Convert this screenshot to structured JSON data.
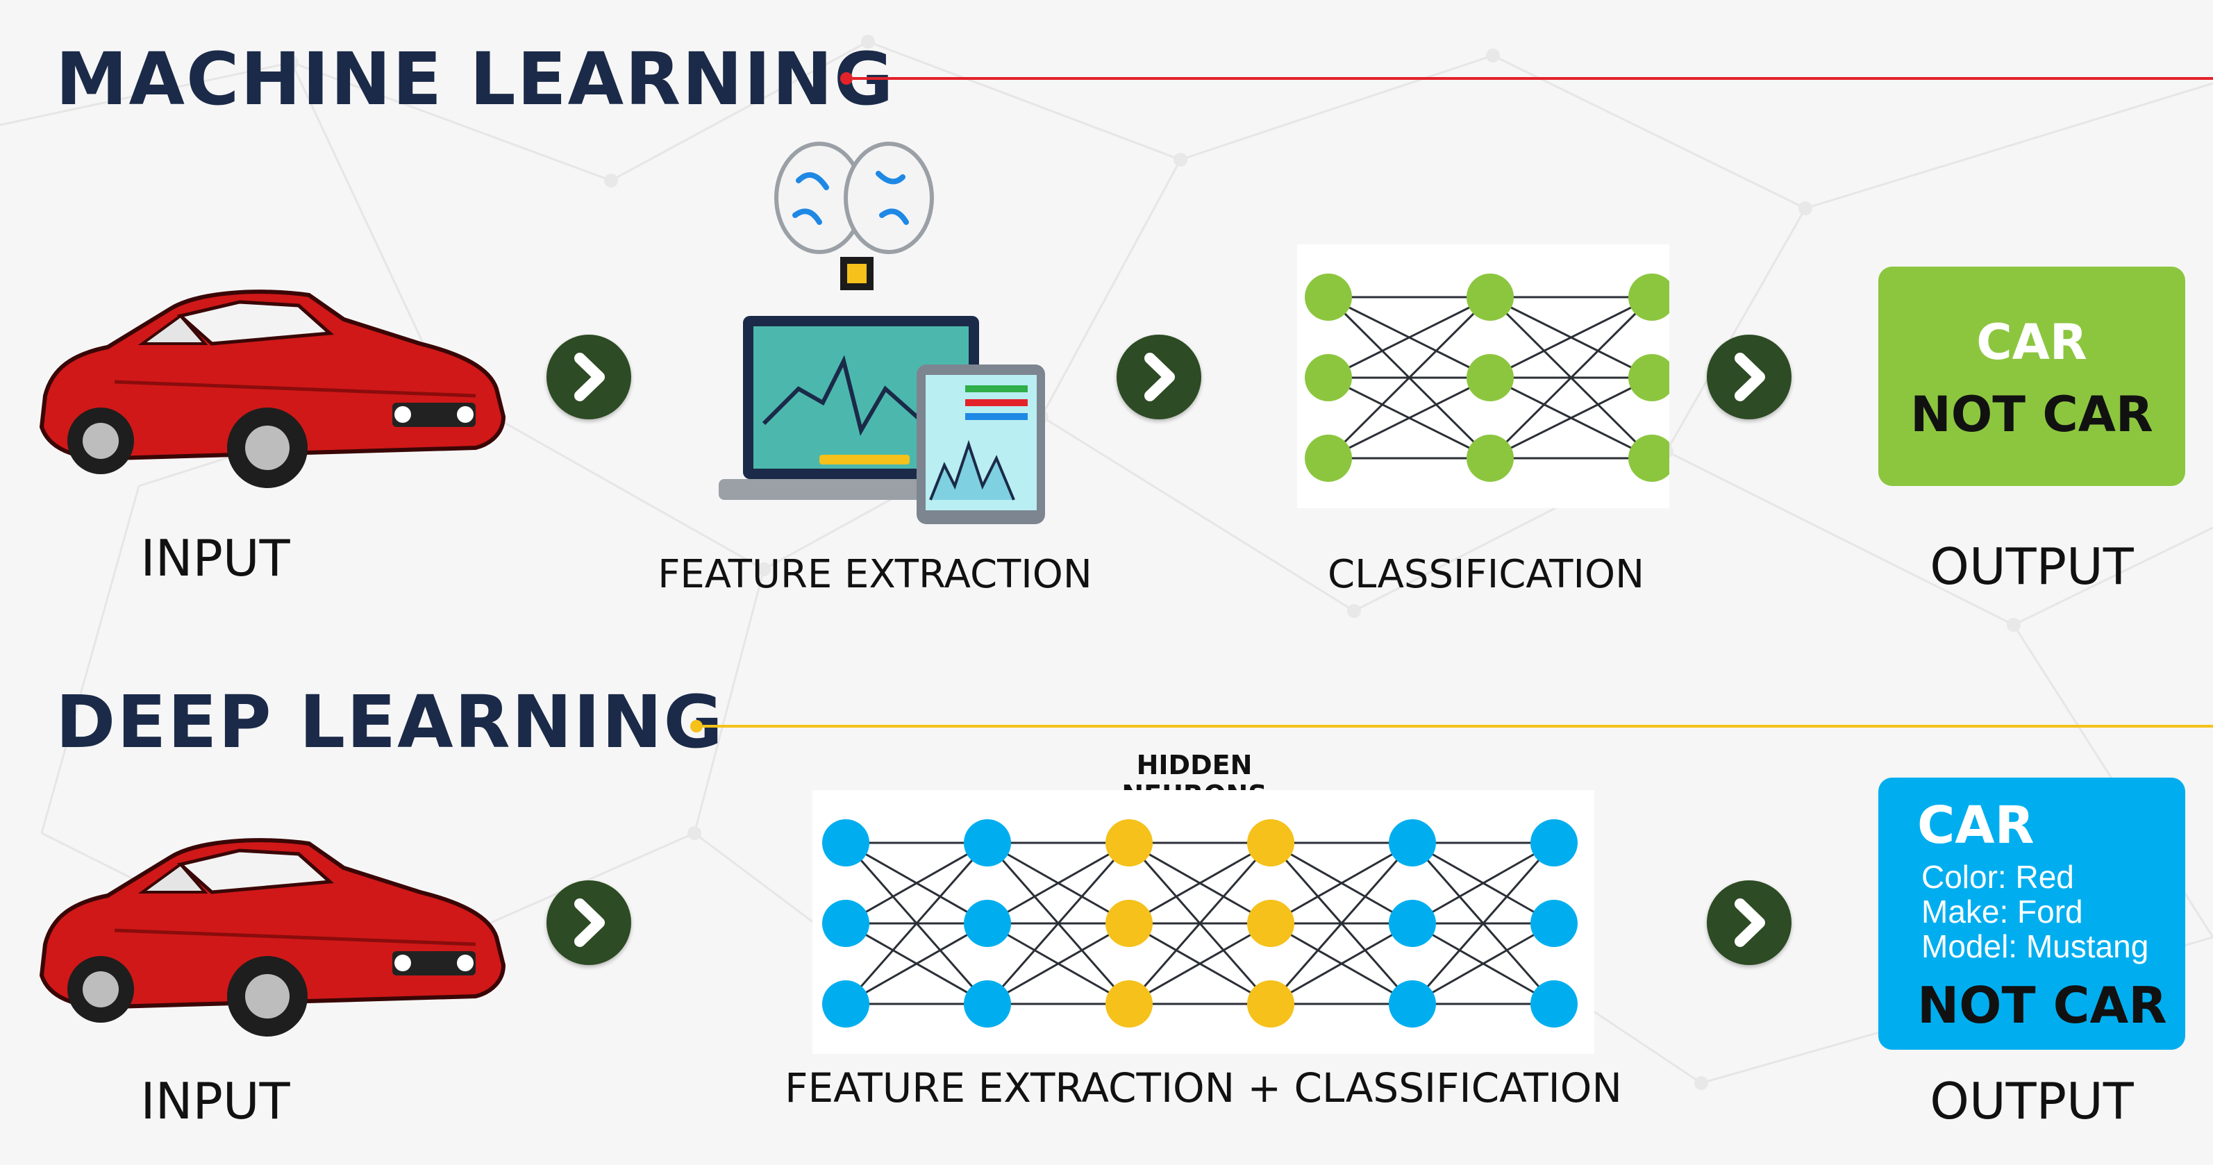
{
  "machine_learning": {
    "title": "MACHINE LEARNING",
    "rule_color": "#e3222a",
    "labels": {
      "input": "INPUT",
      "feature_extraction": "FEATURE EXTRACTION",
      "classification": "CLASSIFICATION",
      "output": "OUTPUT"
    },
    "output_box": {
      "color": "#8cc63f",
      "car": "CAR",
      "not_car": "NOT CAR"
    },
    "network_layers": [
      3,
      3,
      3
    ],
    "node_color": "#8cc63f"
  },
  "deep_learning": {
    "title": "DEEP LEARNING",
    "rule_color": "#f5c11a",
    "labels": {
      "input": "INPUT",
      "hidden_neurons_line1": "HIDDEN",
      "hidden_neurons_line2": "NEURONS",
      "feature_extraction_classification": "FEATURE EXTRACTION + CLASSIFICATION",
      "output": "OUTPUT"
    },
    "output_box": {
      "color": "#00aeef",
      "car": "CAR",
      "color_attr": "Color: Red",
      "make_attr": "Make: Ford",
      "model_attr": "Model: Mustang",
      "not_car": "NOT CAR"
    },
    "network_layers": [
      3,
      3,
      3,
      3,
      3,
      3
    ],
    "node_colors": [
      "#00aeef",
      "#00aeef",
      "#f5c11a",
      "#f5c11a",
      "#00aeef",
      "#00aeef"
    ]
  },
  "colors": {
    "title": "#1b2a48",
    "arrow": "#2d4b24",
    "car_body": "#d01818",
    "monitor_screen": "#4cb8ad",
    "tablet_screen": "#b9eef2"
  },
  "icons": [
    "car-icon",
    "brain-chip-icon",
    "laptop-chart-icon",
    "tablet-chart-icon",
    "chevron-right-icon",
    "neural-network-icon"
  ]
}
